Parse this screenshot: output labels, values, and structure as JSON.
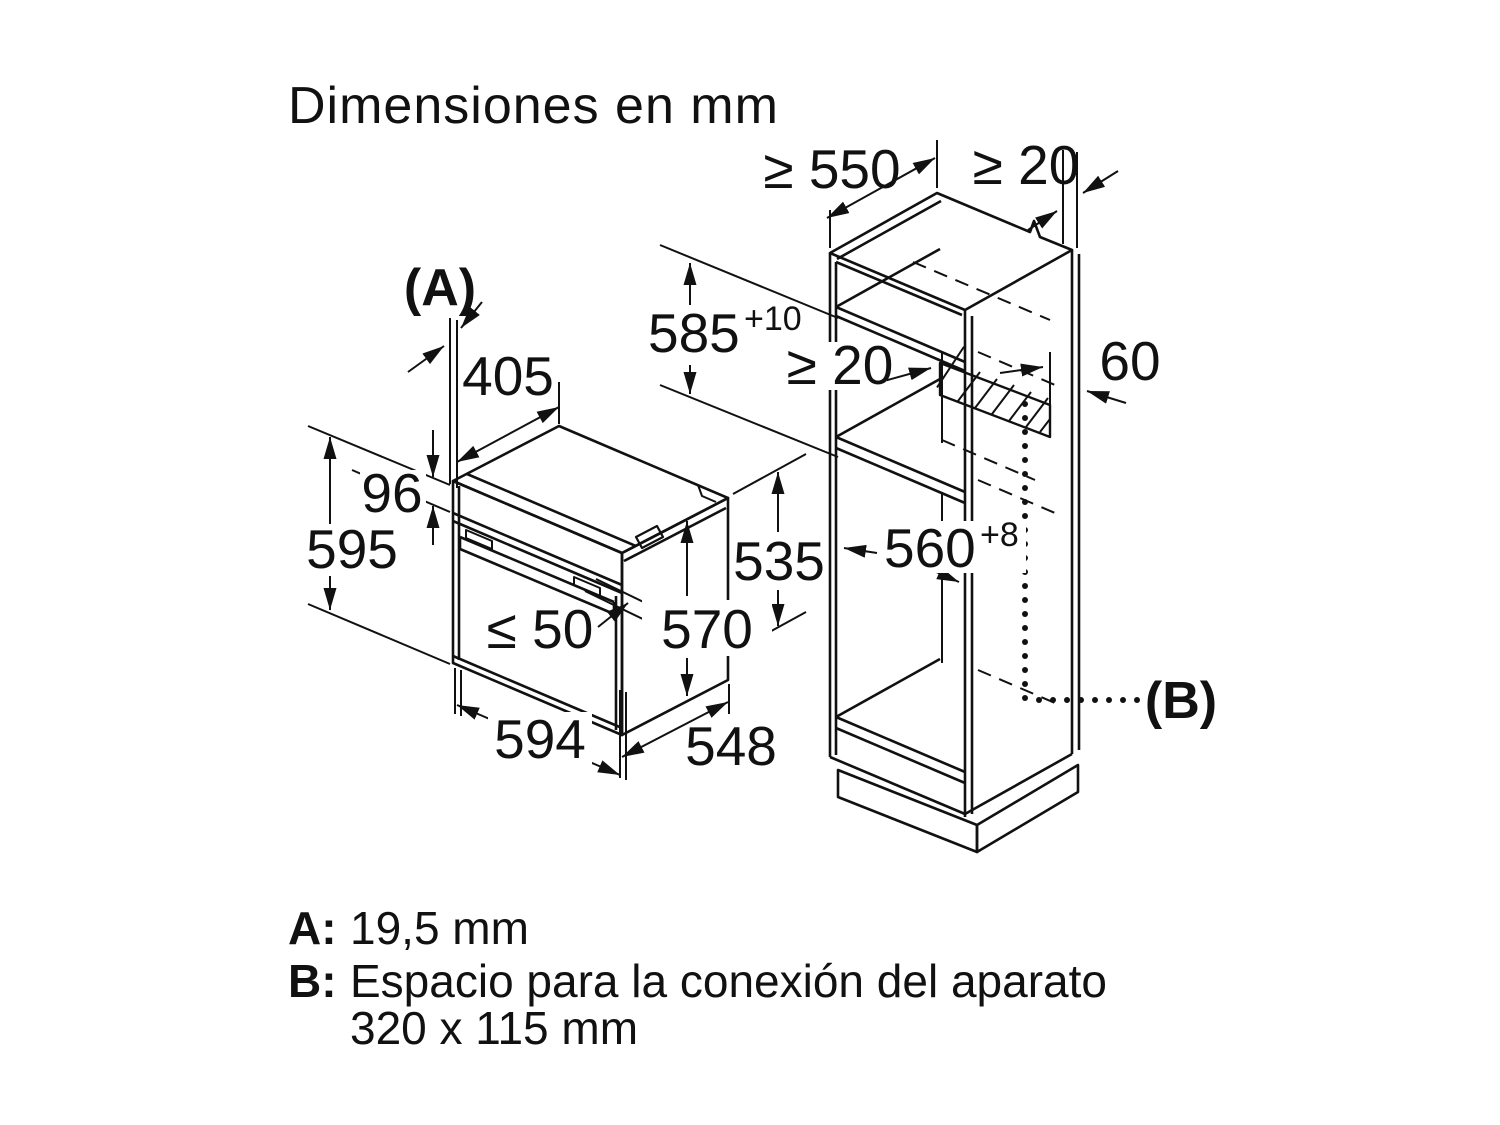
{
  "title": "Dimensiones en mm",
  "legend": {
    "a_key": "A:",
    "a_value": "19,5 mm",
    "b_key": "B:",
    "b_value_line1": "Espacio para la conexión del aparato",
    "b_value_line2": "320 x 115 mm"
  },
  "dims": {
    "oven": {
      "frame_ref": "(A)",
      "top_depth": "405",
      "panel_height": "96",
      "total_height": "595",
      "handle_clearance": "≤ 50",
      "body_height": "570",
      "rear_height": "535",
      "width": "594",
      "body_depth": "548"
    },
    "cabinet": {
      "min_depth": "≥ 550",
      "top_rear_gap": "≥ 20",
      "niche_height": "585",
      "niche_height_tol": "+10",
      "rear_clearance": "≥ 20",
      "wall_gap": "60",
      "niche_width": "560",
      "niche_width_tol": "+8",
      "connection_ref": "(B)"
    }
  }
}
